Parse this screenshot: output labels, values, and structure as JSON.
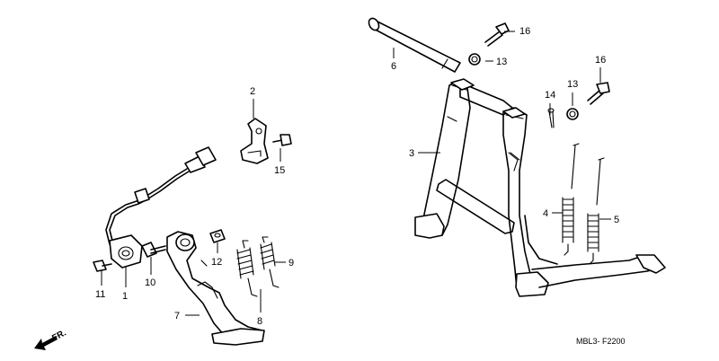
{
  "callouts": {
    "p1": "1",
    "p2": "2",
    "p3": "3",
    "p4": "4",
    "p5": "5",
    "p6": "6",
    "p7": "7",
    "p8": "8",
    "p9": "9",
    "p10": "10",
    "p11": "11",
    "p12": "12",
    "p13a": "13",
    "p13b": "13",
    "p14": "14",
    "p15": "15",
    "p16a": "16",
    "p16b": "16"
  },
  "front_arrow": {
    "label": "FR."
  },
  "drawing_code": "MBL3- F2200"
}
